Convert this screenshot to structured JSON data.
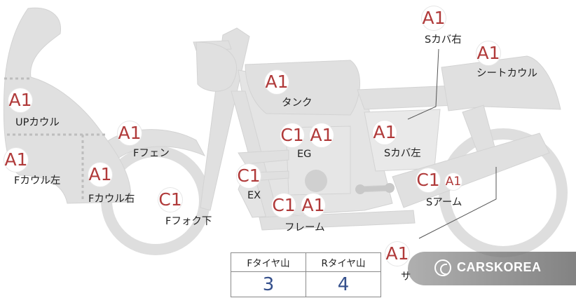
{
  "parts": [
    {
      "key": "s_cover_right",
      "label": "Sカバ右",
      "grades": [
        "A1"
      ]
    },
    {
      "key": "seat_cowl",
      "label": "シートカウル",
      "grades": [
        "A1"
      ]
    },
    {
      "key": "tank",
      "label": "タンク",
      "grades": [
        "A1"
      ]
    },
    {
      "key": "up_cowl",
      "label": "UPカウル",
      "grades": [
        "A1"
      ]
    },
    {
      "key": "engine",
      "label": "EG",
      "grades": [
        "C1",
        "A1"
      ]
    },
    {
      "key": "s_cover_left",
      "label": "Sカバ左",
      "grades": [
        "A1"
      ]
    },
    {
      "key": "front_fender",
      "label": "Fフェン",
      "grades": [
        "A1"
      ]
    },
    {
      "key": "front_cowl_left",
      "label": "Fカウル左",
      "grades": [
        "A1"
      ]
    },
    {
      "key": "front_cowl_right",
      "label": "Fカウル右",
      "grades": [
        "A1"
      ]
    },
    {
      "key": "exhaust",
      "label": "EX",
      "grades": [
        "C1"
      ]
    },
    {
      "key": "swing_arm",
      "label": "Sアーム",
      "grades": [
        "C1",
        "A1"
      ]
    },
    {
      "key": "front_fork_lower",
      "label": "Fフォク下",
      "grades": [
        "C1"
      ]
    },
    {
      "key": "frame",
      "label": "フレーム",
      "grades": [
        "C1",
        "A1"
      ]
    },
    {
      "key": "sa",
      "label": "サ",
      "grades": [
        "A1"
      ]
    }
  ],
  "tire_table": {
    "headers": [
      "Fタイヤ山",
      "Rタイヤ山"
    ],
    "values": [
      "3",
      "4"
    ]
  },
  "watermark": {
    "text": "CARSKOREA"
  },
  "colors": {
    "body_fill": "#e0e0e0",
    "body_stroke": "#cccccc",
    "grade_text": "#b03a3a",
    "tire_value": "#35508c",
    "divider_dots": "#bdbdbd"
  }
}
